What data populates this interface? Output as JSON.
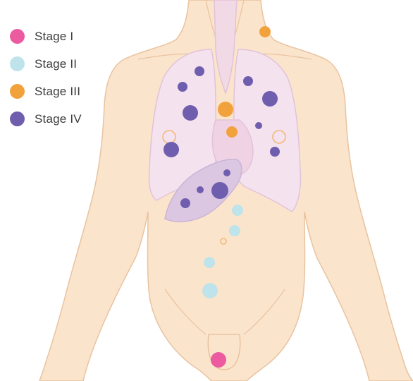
{
  "legend": {
    "items": [
      {
        "label": "Stage I",
        "color": "#ec5ba0"
      },
      {
        "label": "Stage II",
        "color": "#bfe3ea"
      },
      {
        "label": "Stage III",
        "color": "#f2a23c"
      },
      {
        "label": "Stage IV",
        "color": "#6f5eae"
      }
    ]
  },
  "colors": {
    "skin": "#fbe4cc",
    "skin_outline": "#e8c3a0",
    "lung": "#f4e2ee",
    "lung_outline": "#e2c3d9",
    "stomach": "#dcc7e3",
    "background": "#ffffff"
  },
  "sites": [
    {
      "stage": "Stage III",
      "label": "Neck lymph node"
    },
    {
      "stage": "Stage IV",
      "label": "Lungs and pleura"
    },
    {
      "stage": "Stage III",
      "label": "Mediastinal lymph nodes"
    },
    {
      "stage": "Stage IV",
      "label": "Liver"
    },
    {
      "stage": "Stage II",
      "label": "Retroperitoneal lymph nodes"
    },
    {
      "stage": "Stage I",
      "label": "Testis"
    }
  ]
}
